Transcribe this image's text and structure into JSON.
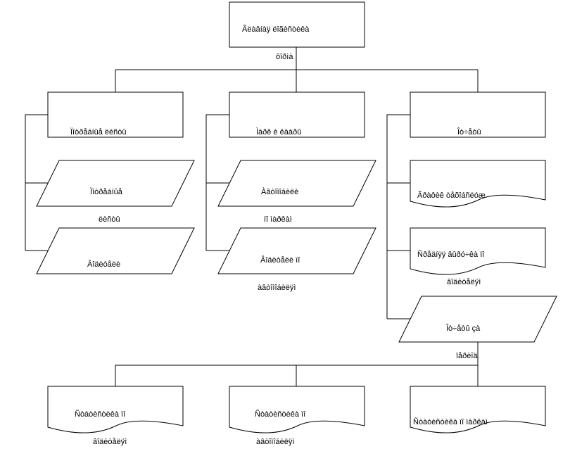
{
  "nodes": {
    "root": {
      "line1": "Ãëàâíàÿ ëîãèñòèêà",
      "line2": "ôîðìà"
    },
    "col1": {
      "header": "Ïîòðåáíûå ëèñòû",
      "item1": {
        "line1": "Ïîòðåáíûå",
        "line2": "ëèñòû"
      },
      "item2": "Âîäèòåëè"
    },
    "col2": {
      "header": "Ìàðê è êààðû",
      "item1": {
        "line1": "Àâòîìîáèëè",
        "line2": "ïî ìàðêàì"
      },
      "item2": {
        "line1": "Âîäèòåëè ïî",
        "line2": "àâòîìîáèëÿì"
      }
    },
    "col3": {
      "header": "Îò÷åòû",
      "doc1": "Ãðàôèê òåõîáñëóæ",
      "doc2": {
        "line1": "Ñðåäíÿÿ âûðó÷êà ïî",
        "line2": "âîäèòåëÿì"
      },
      "para": {
        "line1": "Îò÷åòû çà",
        "line2": "ïåðèîä"
      }
    },
    "bottom": {
      "doc1": {
        "line1": "Ñòàòèñòèêà ïî",
        "line2": "âîäèòåëÿì"
      },
      "doc2": {
        "line1": "Ñòàòèñòèêà ïî",
        "line2": "àâòîìîáèëÿì"
      },
      "doc3": "Ñòàòèñòèêà ïî ìàðêàì"
    }
  }
}
